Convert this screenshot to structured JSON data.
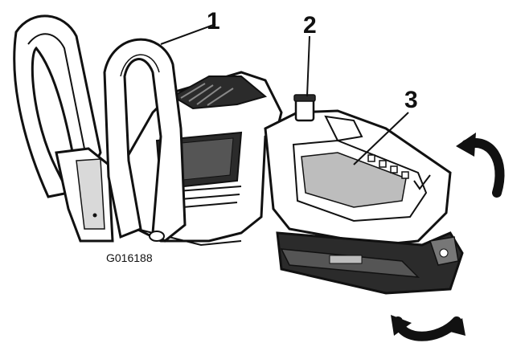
{
  "figure": {
    "id": "G016188"
  },
  "callouts": [
    {
      "number": "1"
    },
    {
      "number": "2"
    },
    {
      "number": "3"
    }
  ],
  "icons": {
    "rotate_top": "rotate-arrow-icon",
    "rotate_bottom": "rotate-arrow-icon"
  },
  "colors": {
    "ink": "#111111",
    "paper": "#ffffff",
    "shade": "#bdbdbd",
    "dark": "#2b2b2b"
  }
}
